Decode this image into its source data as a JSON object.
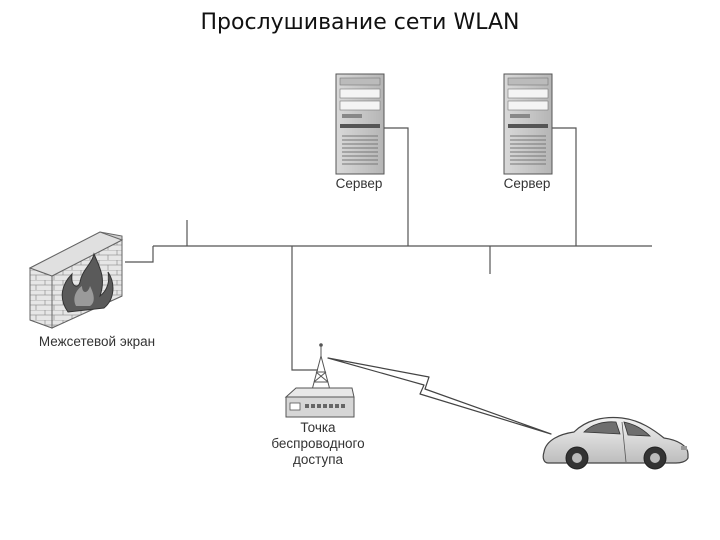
{
  "title": "Прослушивание сети WLAN",
  "labels": {
    "server1": "Сервер",
    "server2": "Сервер",
    "firewall": "Межсетевой экран",
    "ap_line1": "Точка",
    "ap_line2": "беспроводного",
    "ap_line3": "доступа"
  },
  "icons": {
    "server": "server-icon",
    "firewall": "firewall-icon",
    "access_point": "access-point-icon",
    "car": "car-icon",
    "radio_link": "lightning-icon"
  }
}
